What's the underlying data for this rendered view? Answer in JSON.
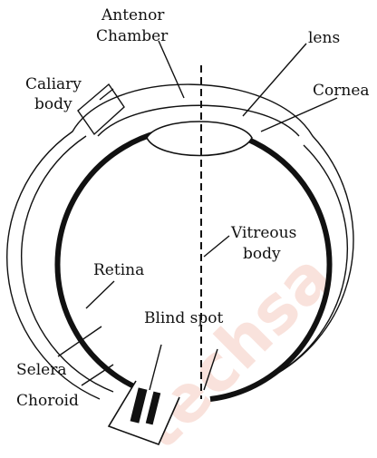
{
  "labels": {
    "anterior_chamber_line1": "Antenor",
    "anterior_chamber_line2": "Chamber",
    "lens": "lens",
    "ciliary_body_line1": "Caliary",
    "ciliary_body_line2": "body",
    "cornea": "Cornea",
    "vitreous_body_line1": "Vitreous",
    "vitreous_body_line2": "body",
    "retina": "Retina",
    "blind_spot": "Blind spot",
    "sclera": "Selera",
    "choroid": "Choroid"
  },
  "watermark": {
    "text": "techsa"
  },
  "colors": {
    "ink": "#111111",
    "watermark": "#f2c0b2"
  }
}
